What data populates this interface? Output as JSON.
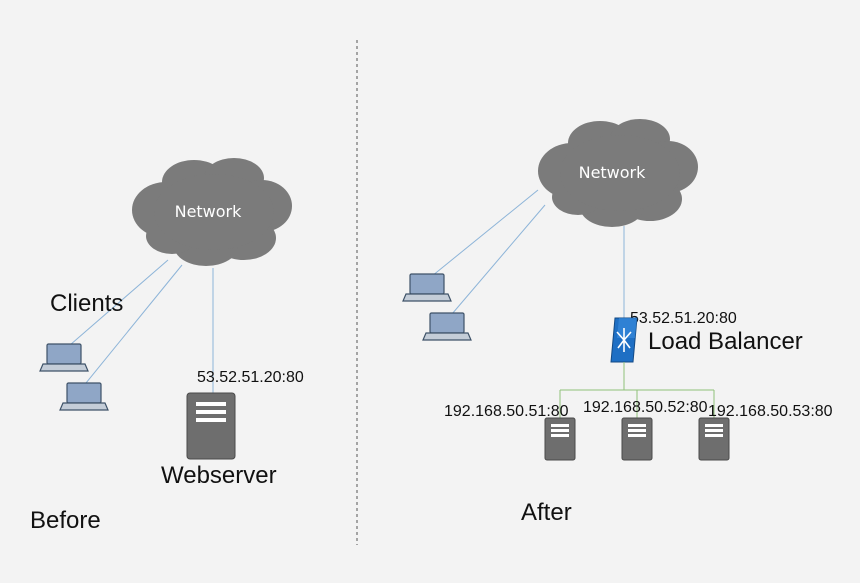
{
  "before": {
    "cloud_label": "Network",
    "clients_label": "Clients",
    "server_address": "53.52.51.20:80",
    "server_label": "Webserver",
    "section_label": "Before"
  },
  "after": {
    "cloud_label": "Network",
    "balancer_address": "53.52.51.20:80",
    "balancer_label": "Load Balancer",
    "backends": [
      {
        "address": "192.168.50.51:80"
      },
      {
        "address": "192.168.50.52:80"
      },
      {
        "address": "192.168.50.53:80"
      }
    ],
    "section_label": "After"
  },
  "colors": {
    "background": "#f3f3f3",
    "cloud": "#7b7b7b",
    "cloud_outline": "#5f5f5f",
    "link": "#8db4d8",
    "backend_link": "#8fc27a",
    "laptop_screen": "#8fa6c6",
    "server": "#6e6e6e",
    "balancer": "#1e6fc4",
    "divider": "#555555"
  },
  "icons": {
    "cloud": "cloud-icon",
    "laptop": "laptop-icon",
    "server": "server-icon",
    "balancer": "load-balancer-icon"
  }
}
